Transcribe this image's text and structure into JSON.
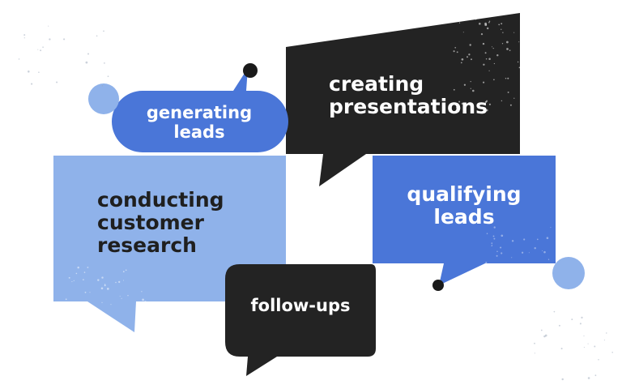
{
  "colors": {
    "light_blue": "#8fb2ea",
    "blue": "#4a76d8",
    "dark": "#232323",
    "dot_dark": "#1a1a1a",
    "dot_light": "#8fb2ea"
  },
  "bubbles": {
    "generating": {
      "lines": [
        "generating",
        "leads"
      ]
    },
    "creating": {
      "lines": [
        "creating",
        "presentations"
      ]
    },
    "conducting": {
      "lines": [
        "conducting",
        "customer",
        "research"
      ]
    },
    "qualifying": {
      "lines": [
        "qualifying",
        "leads"
      ]
    },
    "follow": {
      "lines": [
        "follow-ups"
      ]
    }
  }
}
